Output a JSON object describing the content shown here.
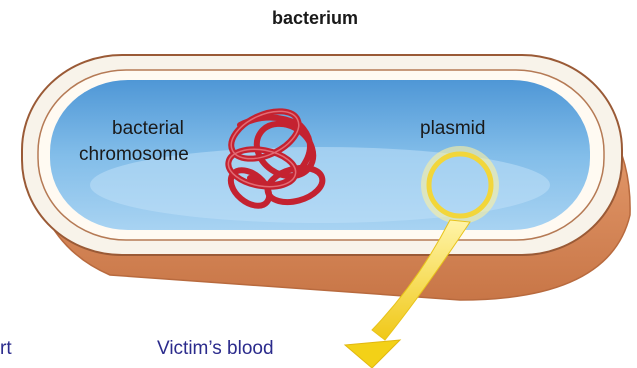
{
  "title": "bacterium",
  "labels": {
    "chromosome_line1": "bacterial",
    "chromosome_line2": "chromosome",
    "plasmid": "plasmid",
    "victim_blood": "Victim’s blood",
    "partial_left": "rt"
  },
  "colors": {
    "cytoplasm": "#6aaee0",
    "cell_wall_outer": "#d98a5c",
    "membrane": "#f7f1e6",
    "chromosome": "#c42230",
    "plasmid": "#f2d63a",
    "arrow": "#f3d117"
  }
}
